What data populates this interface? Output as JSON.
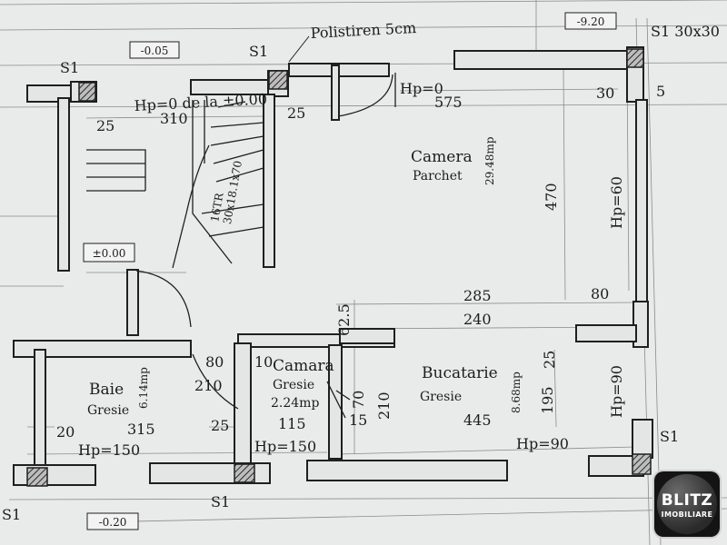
{
  "levels": {
    "top_left": "-0.05",
    "top_right": "-9.20",
    "stair_landing": "±0.00",
    "bottom": "-0.20"
  },
  "insulation_note": "Polistiren 5cm",
  "columns": {
    "tl": "S1",
    "tm": "S1",
    "tr": "S1 30x30",
    "br": "S1",
    "bl": "S1",
    "bm": "S1"
  },
  "stair": {
    "note": "Hp=0 de la ±0.00",
    "treads": "16TR\n30x18.1x70"
  },
  "rooms": {
    "camera": {
      "name": "Camera",
      "material": "Parchet",
      "area": "29.48mp"
    },
    "baie": {
      "name": "Baie",
      "material": "Gresie",
      "area": "6.14mp"
    },
    "camara": {
      "name": "Camara",
      "material": "Gresie",
      "area": "2.24mp"
    },
    "bucatarie": {
      "name": "Bucatarie",
      "material": "Gresie",
      "area": "8.68mp"
    }
  },
  "dimensions": {
    "d25a": "25",
    "d310": "310",
    "d25b": "25",
    "hp0": "Hp=0",
    "d575": "575",
    "d30": "30",
    "d5": "5",
    "d470": "470",
    "hp60": "Hp=60",
    "d285": "285",
    "d80a": "80",
    "d62": "62.5",
    "d240": "240",
    "d80b": "80",
    "d210a": "210",
    "d10": "10",
    "d70": "70",
    "d210b": "210",
    "d15": "15",
    "d195": "195",
    "d25c": "25",
    "hp90a": "Hp=90",
    "d20": "20",
    "d315": "315",
    "d25d": "25",
    "d115": "115",
    "d445": "445",
    "hp150a": "Hp=150",
    "hp150b": "Hp=150",
    "hp90b": "Hp=90"
  },
  "logo": {
    "word1": "BLITZ",
    "word2": "IMOBILIARE"
  }
}
